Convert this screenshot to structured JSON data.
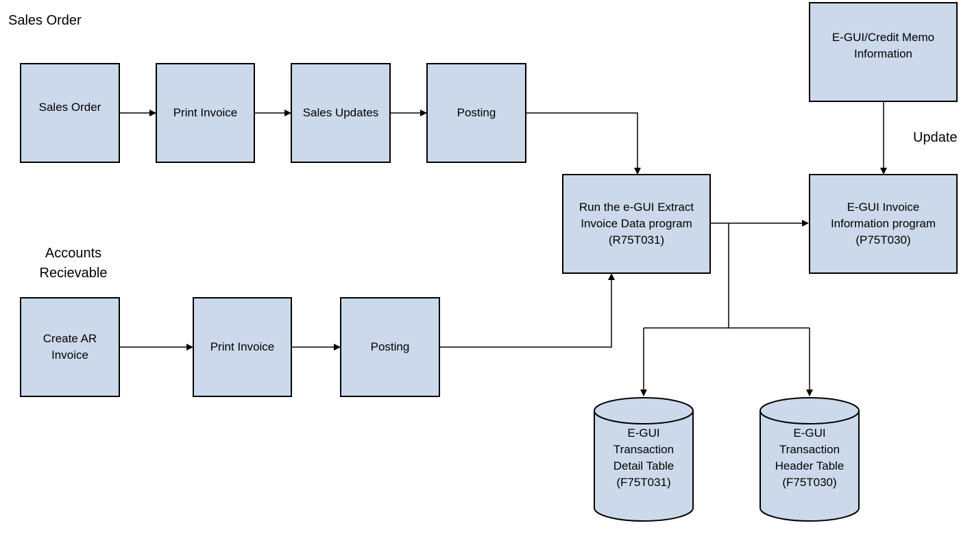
{
  "colors": {
    "box_fill": "#ccd9ea",
    "stroke": "#000000",
    "background": "#ffffff"
  },
  "labels": {
    "sales_order_section": "Sales Order",
    "accounts_receivable_section": "Accounts\nRecievable",
    "update": "Update"
  },
  "boxes": {
    "sales_order": "Sales Order",
    "print_invoice_so": "Print Invoice",
    "sales_updates": "Sales Updates",
    "posting_so": "Posting",
    "extract_program": "Run the e-GUI Extract\nInvoice Data program\n(R75T031)",
    "credit_memo_info": "E-GUI/Credit Memo\nInformation",
    "invoice_info_program": "E-GUI Invoice\nInformation program\n(P75T030)",
    "create_ar_invoice": "Create AR\nInvoice",
    "print_invoice_ar": "Print Invoice",
    "posting_ar": "Posting"
  },
  "tables": {
    "detail_table": "E-GUI\nTransaction\nDetail Table\n(F75T031)",
    "header_table": "E-GUI\nTransaction\nHeader Table\n(F75T030)"
  }
}
